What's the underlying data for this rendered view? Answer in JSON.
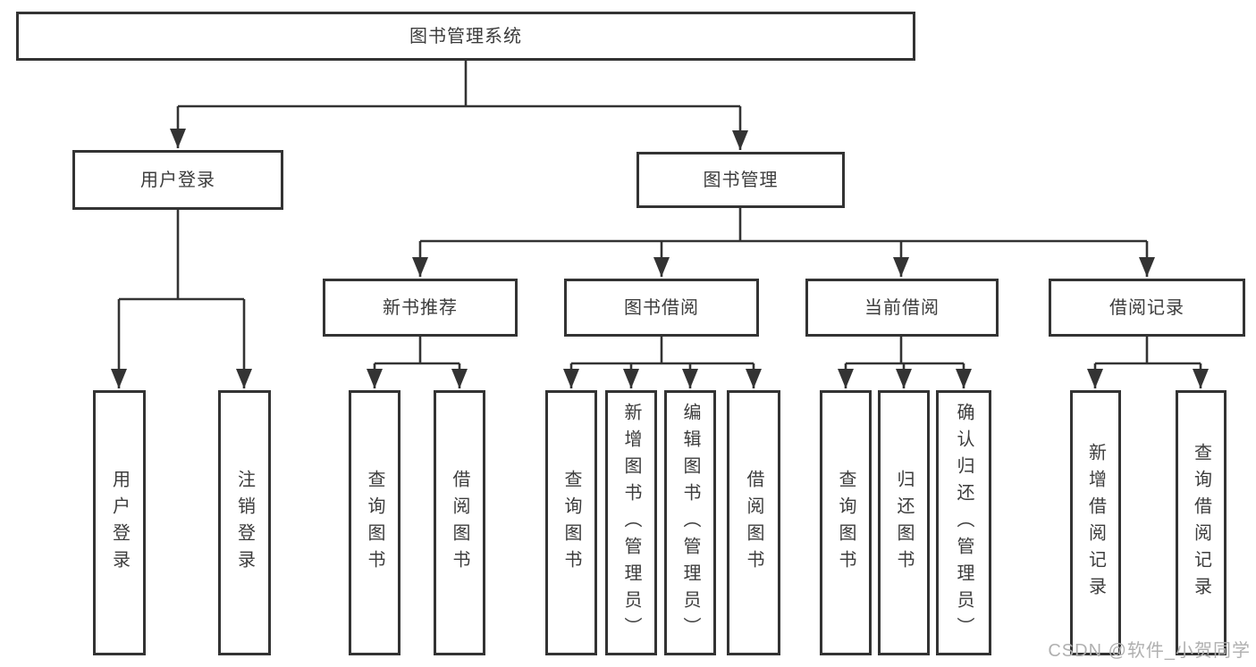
{
  "diagram": {
    "type": "hierarchy-tree",
    "title": "图书管理系统"
  },
  "tree": {
    "label": "图书管理系统",
    "children": [
      {
        "label": "用户登录",
        "children": [
          {
            "label": "用户登录"
          },
          {
            "label": "注销登录"
          }
        ]
      },
      {
        "label": "图书管理",
        "children": [
          {
            "label": "新书推荐",
            "children": [
              {
                "label": "查询图书"
              },
              {
                "label": "借阅图书"
              }
            ]
          },
          {
            "label": "图书借阅",
            "children": [
              {
                "label": "查询图书"
              },
              {
                "label": "新增图书（管理员）"
              },
              {
                "label": "编辑图书（管理员）"
              },
              {
                "label": "借阅图书"
              }
            ]
          },
          {
            "label": "当前借阅",
            "children": [
              {
                "label": "查询图书"
              },
              {
                "label": "归还图书"
              },
              {
                "label": "确认归还（管理员）"
              }
            ]
          },
          {
            "label": "借阅记录",
            "children": [
              {
                "label": "新增借阅记录"
              },
              {
                "label": "查询借阅记录"
              }
            ]
          }
        ]
      }
    ]
  },
  "watermark": {
    "text": "CSDN @软件_小贺同学"
  },
  "colors": {
    "line": "#333333",
    "text": "#3c3c3c",
    "watermark": "#b0b0b0",
    "background": "#ffffff"
  }
}
